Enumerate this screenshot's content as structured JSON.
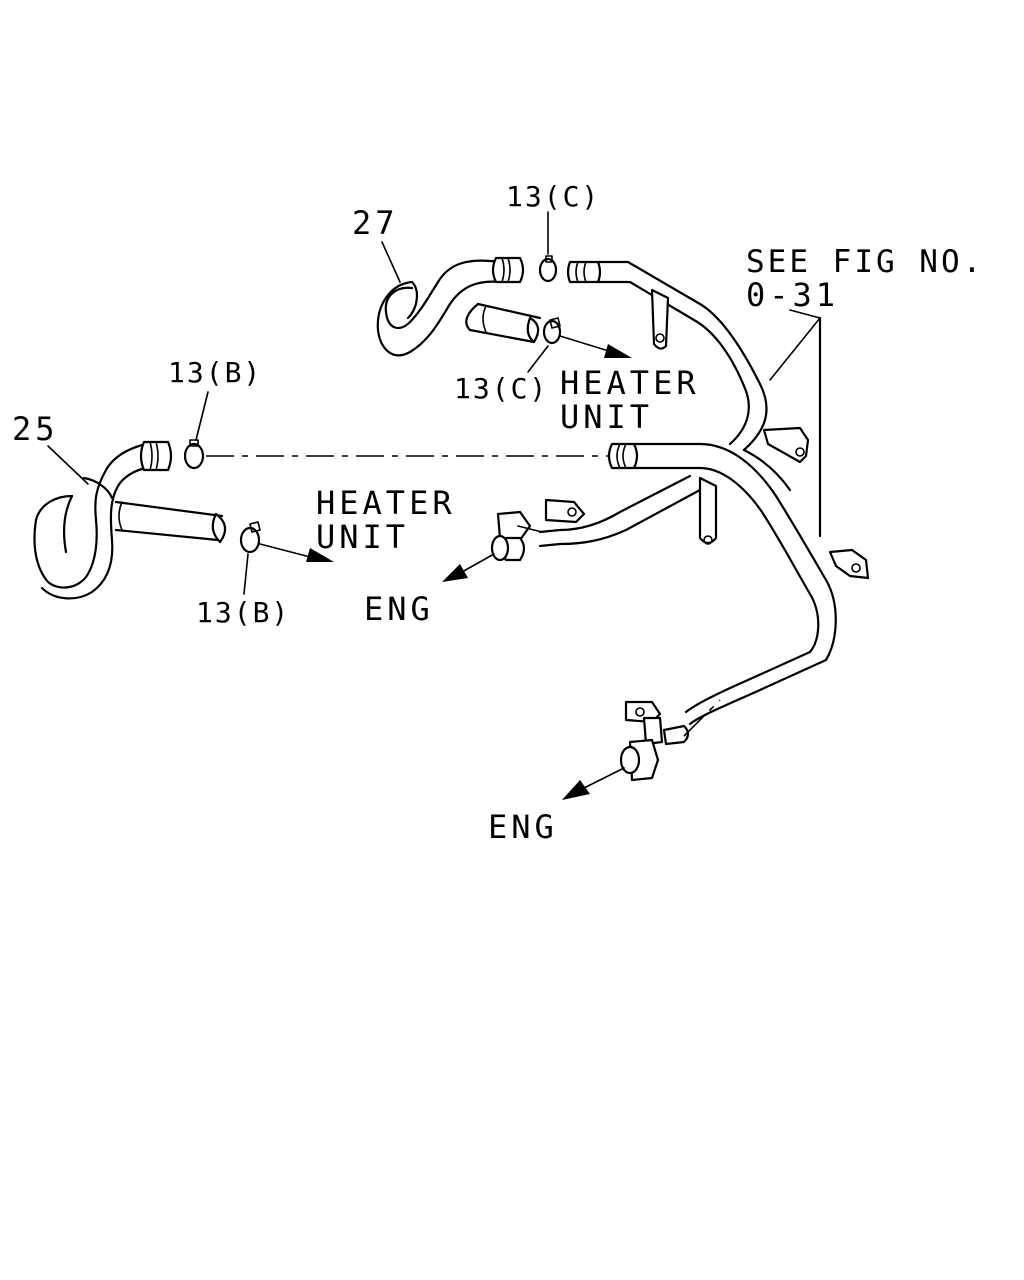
{
  "callouts": {
    "part_27": "27",
    "part_25": "25",
    "clamp_13c_top": "13(C)",
    "clamp_13c_lower": "13(C)",
    "clamp_13b_top": "13(B)",
    "clamp_13b_lower": "13(B)"
  },
  "destinations": {
    "heater_unit_upper_line1": "HEATER",
    "heater_unit_upper_line2": "UNIT",
    "heater_unit_lower_line1": "HEATER",
    "heater_unit_lower_line2": "UNIT",
    "eng_upper": "ENG",
    "eng_lower": "ENG"
  },
  "reference": {
    "line1": "SEE FIG NO.",
    "line2": "0-31"
  }
}
